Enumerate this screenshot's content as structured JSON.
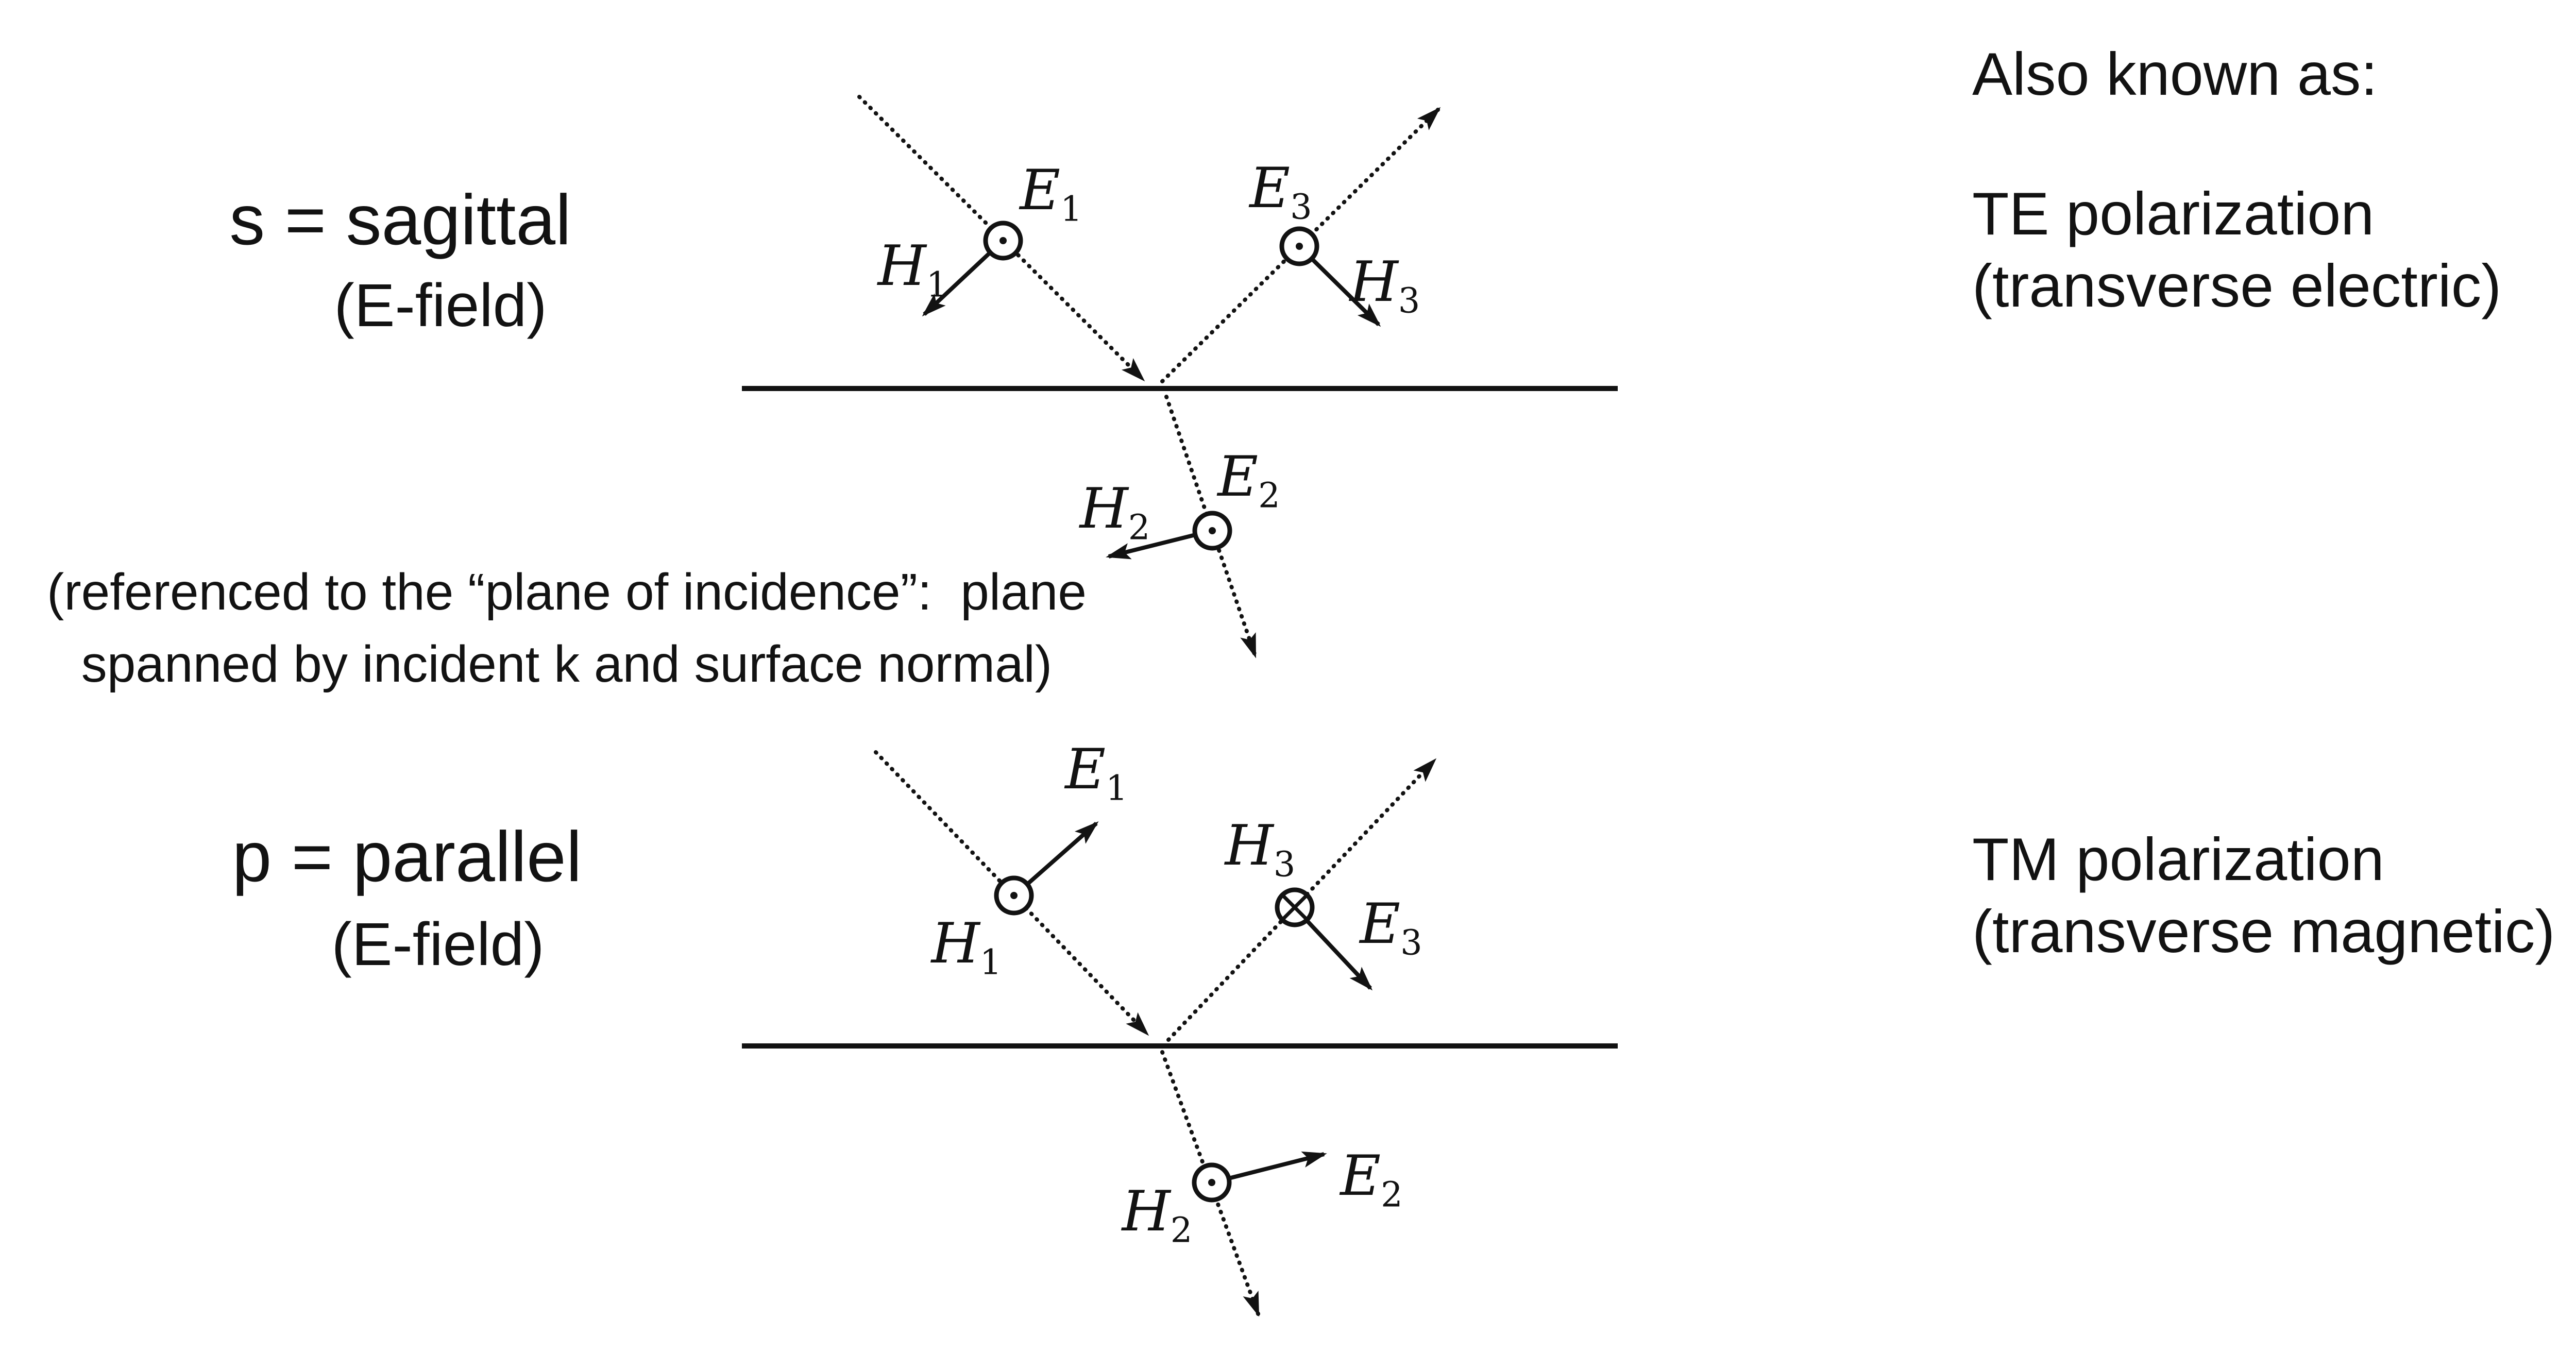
{
  "colors": {
    "background": "#ffffff",
    "ink": "#121212"
  },
  "left_column": {
    "s_label": {
      "title": "s = sagittal",
      "subtitle": "(E-field)"
    },
    "p_label": {
      "title": "p = parallel",
      "subtitle": "(E-field)"
    },
    "reference_note": {
      "line1": "(referenced to the “plane of incidence”:  plane",
      "line2": "spanned by incident k and surface normal)"
    }
  },
  "right_column": {
    "heading": "Also known as:",
    "te": {
      "line1": "TE polarization",
      "line2": "(transverse electric)"
    },
    "tm": {
      "line1": "TM polarization",
      "line2": "(transverse magnetic)"
    }
  },
  "s_diagram": {
    "labels": {
      "E1": {
        "base": "E",
        "sub": "1"
      },
      "H1": {
        "base": "H",
        "sub": "1"
      },
      "E2": {
        "base": "E",
        "sub": "2"
      },
      "H2": {
        "base": "H",
        "sub": "2"
      },
      "E3": {
        "base": "E",
        "sub": "3"
      },
      "H3": {
        "base": "H",
        "sub": "3"
      }
    }
  },
  "p_diagram": {
    "labels": {
      "E1": {
        "base": "E",
        "sub": "1"
      },
      "H1": {
        "base": "H",
        "sub": "1"
      },
      "E2": {
        "base": "E",
        "sub": "2"
      },
      "H2": {
        "base": "H",
        "sub": "2"
      },
      "E3": {
        "base": "E",
        "sub": "3"
      },
      "H3": {
        "base": "H",
        "sub": "3"
      }
    }
  }
}
